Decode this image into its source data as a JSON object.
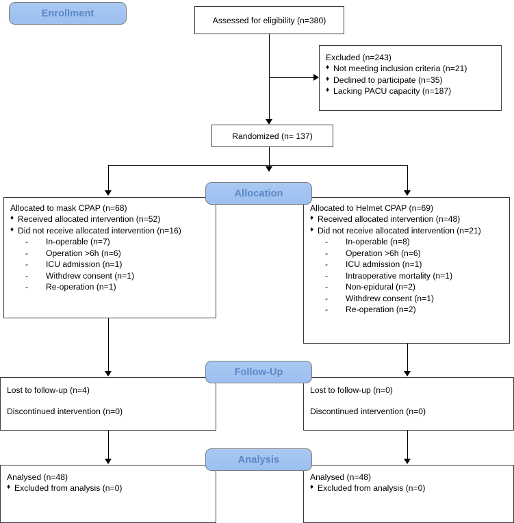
{
  "diagram": {
    "title": "CONSORT participant flow diagram",
    "accent_pill_fill": "#a4c6f2",
    "accent_pill_text": "#5b87c4",
    "box_border": "#3a3a3a",
    "background": "#ffffff"
  },
  "stages": {
    "enrollment": "Enrollment",
    "allocation": "Allocation",
    "followup": "Follow-Up",
    "analysis": "Analysis"
  },
  "enrollment": {
    "assessed": "Assessed for eligibility (n=380)",
    "excluded_title": "Excluded (n=243)",
    "excluded_reasons": [
      "Not meeting inclusion criteria (n=21)",
      "Declined to participate (n=35)",
      "Lacking PACU capacity (n=187)"
    ],
    "randomized": "Randomized (n= 137)"
  },
  "allocation": {
    "left": {
      "title": "Allocated to mask CPAP (n=68)",
      "received": "Received allocated intervention (n=52)",
      "not_received": "Did not receive allocated intervention (n=16)",
      "reasons": [
        "In-operable (n=7)",
        "Operation >6h (n=6)",
        "ICU admission (n=1)",
        "Withdrew consent (n=1)",
        "Re-operation (n=1)"
      ]
    },
    "right": {
      "title": "Allocated to Helmet CPAP (n=69)",
      "received": "Received allocated intervention (n=48)",
      "not_received": "Did not receive allocated intervention (n=21)",
      "reasons": [
        "In-operable (n=8)",
        "Operation >6h (n=6)",
        "ICU admission (n=1)",
        "Intraoperative mortality (n=1)",
        "Non-epidural (n=2)",
        "Withdrew consent (n=1)",
        "Re-operation (n=2)"
      ]
    }
  },
  "followup": {
    "left": {
      "lost": "Lost to follow-up (n=4)",
      "discontinued": "Discontinued intervention (n=0)"
    },
    "right": {
      "lost": "Lost to follow-up (n=0)",
      "discontinued": "Discontinued intervention (n=0)"
    }
  },
  "analysis": {
    "left": {
      "analysed": "Analysed (n=48)",
      "excluded": "Excluded from analysis (n=0)"
    },
    "right": {
      "analysed": "Analysed (n=48)",
      "excluded": "Excluded from analysis (n=0)"
    }
  },
  "glyphs": {
    "bullet": "♦",
    "dash": "-"
  }
}
